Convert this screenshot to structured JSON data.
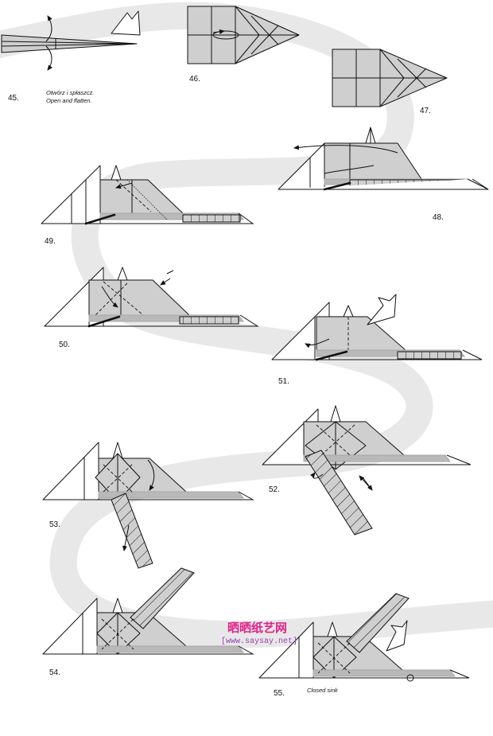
{
  "steps": [
    {
      "number": "45.",
      "notes": [
        "Otwórz i spłaszcz.",
        "Open and flatten."
      ]
    },
    {
      "number": "46.",
      "notes": []
    },
    {
      "number": "47.",
      "notes": []
    },
    {
      "number": "48.",
      "notes": []
    },
    {
      "number": "49.",
      "notes": []
    },
    {
      "number": "50.",
      "notes": []
    },
    {
      "number": "51.",
      "notes": []
    },
    {
      "number": "52.",
      "notes": []
    },
    {
      "number": "53.",
      "notes": []
    },
    {
      "number": "54.",
      "notes": []
    },
    {
      "number": "55.",
      "notes": [
        "Closed sink"
      ]
    }
  ],
  "watermark": {
    "title": "晒晒纸艺网",
    "url": "[www.saysay.net]"
  },
  "colors": {
    "paper": "#cfcfcf",
    "path": "#e8e8e8",
    "line": "#111111",
    "watermark_pink": "#e0238a",
    "watermark_purple": "#9a3fb0"
  }
}
